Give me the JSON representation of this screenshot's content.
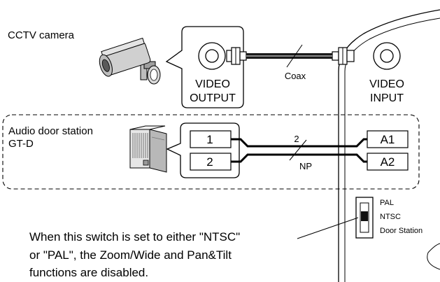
{
  "camera": {
    "label": "CCTV camera",
    "output_label_line1": "VIDEO",
    "output_label_line2": "OUTPUT"
  },
  "cable": {
    "label": "Coax"
  },
  "unit": {
    "input_label_line1": "VIDEO",
    "input_label_line2": "INPUT",
    "terminal_a1": "A1",
    "terminal_a2": "A2"
  },
  "door_station": {
    "label_line1": "Audio door station",
    "label_line2": "GT-D",
    "terminal_1": "1",
    "terminal_2": "2"
  },
  "wire": {
    "count": "2",
    "type": "NP"
  },
  "switch": {
    "option_pal": "PAL",
    "option_ntsc": "NTSC",
    "option_door": "Door Station"
  },
  "note": {
    "line1": "When this switch is set to either \"NTSC\"",
    "line2": "or \"PAL\", the Zoom/Wide and Pan&Tilt",
    "line3": "functions are disabled."
  }
}
